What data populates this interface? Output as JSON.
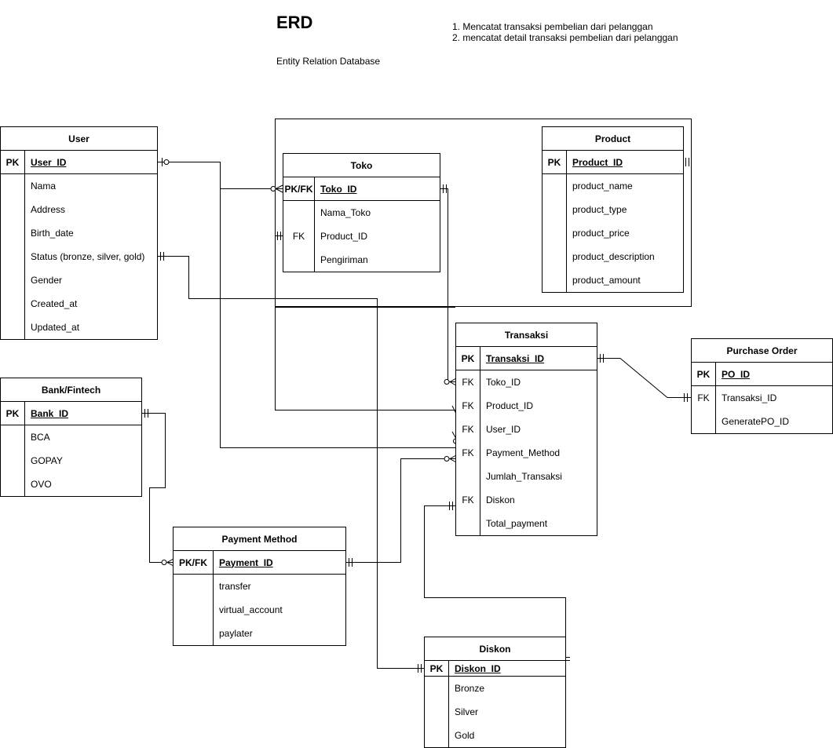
{
  "header": {
    "title": "ERD",
    "subtitle": "Entity Relation Database",
    "notes": [
      "1. Mencatat transaksi pembelian dari pelanggan",
      "2. mencatat detail transaksi pembelian dari pelanggan"
    ]
  },
  "entities": {
    "user": {
      "name": "User",
      "rows": [
        {
          "key": "PK",
          "attr": "User_ID"
        },
        {
          "key": "",
          "attr": "Nama"
        },
        {
          "key": "",
          "attr": "Address"
        },
        {
          "key": "",
          "attr": "Birth_date"
        },
        {
          "key": "",
          "attr": "Status (bronze, silver, gold)"
        },
        {
          "key": "",
          "attr": "Gender"
        },
        {
          "key": "",
          "attr": "Created_at"
        },
        {
          "key": "",
          "attr": "Updated_at"
        }
      ]
    },
    "toko": {
      "name": "Toko",
      "rows": [
        {
          "key": "PK/FK",
          "attr": "Toko_ID"
        },
        {
          "key": "",
          "attr": "Nama_Toko"
        },
        {
          "key": "FK",
          "attr": "Product_ID"
        },
        {
          "key": "",
          "attr": "Pengiriman"
        }
      ]
    },
    "product": {
      "name": "Product",
      "rows": [
        {
          "key": "PK",
          "attr": "Product_ID"
        },
        {
          "key": "",
          "attr": "product_name"
        },
        {
          "key": "",
          "attr": "product_type"
        },
        {
          "key": "",
          "attr": "product_price"
        },
        {
          "key": "",
          "attr": "product_description"
        },
        {
          "key": "",
          "attr": "product_amount"
        }
      ]
    },
    "transaksi": {
      "name": "Transaksi",
      "rows": [
        {
          "key": "PK",
          "attr": "Transaksi_ID"
        },
        {
          "key": "FK",
          "attr": "Toko_ID"
        },
        {
          "key": "FK",
          "attr": "Product_ID"
        },
        {
          "key": "FK",
          "attr": "User_ID"
        },
        {
          "key": "FK",
          "attr": "Payment_Method"
        },
        {
          "key": "",
          "attr": "Jumlah_Transaksi"
        },
        {
          "key": "FK",
          "attr": "Diskon"
        },
        {
          "key": "",
          "attr": "Total_payment"
        }
      ]
    },
    "purchase_order": {
      "name": "Purchase Order",
      "rows": [
        {
          "key": "PK",
          "attr": "PO_ID"
        },
        {
          "key": "FK",
          "attr": "Transaksi_ID"
        },
        {
          "key": "",
          "attr": "GeneratePO_ID"
        }
      ]
    },
    "bank": {
      "name": "Bank/Fintech",
      "rows": [
        {
          "key": "PK",
          "attr": "Bank_ID"
        },
        {
          "key": "",
          "attr": "BCA"
        },
        {
          "key": "",
          "attr": "GOPAY"
        },
        {
          "key": "",
          "attr": "OVO"
        }
      ]
    },
    "payment_method": {
      "name": "Payment Method",
      "rows": [
        {
          "key": "PK/FK",
          "attr": "Payment_ID"
        },
        {
          "key": "",
          "attr": "transfer"
        },
        {
          "key": "",
          "attr": "virtual_account"
        },
        {
          "key": "",
          "attr": "paylater"
        }
      ]
    },
    "diskon": {
      "name": "Diskon",
      "rows": [
        {
          "key": "PK",
          "attr": "Diskon_ID"
        },
        {
          "key": "",
          "attr": "Bronze"
        },
        {
          "key": "",
          "attr": "Silver"
        },
        {
          "key": "",
          "attr": "Gold"
        }
      ]
    }
  }
}
